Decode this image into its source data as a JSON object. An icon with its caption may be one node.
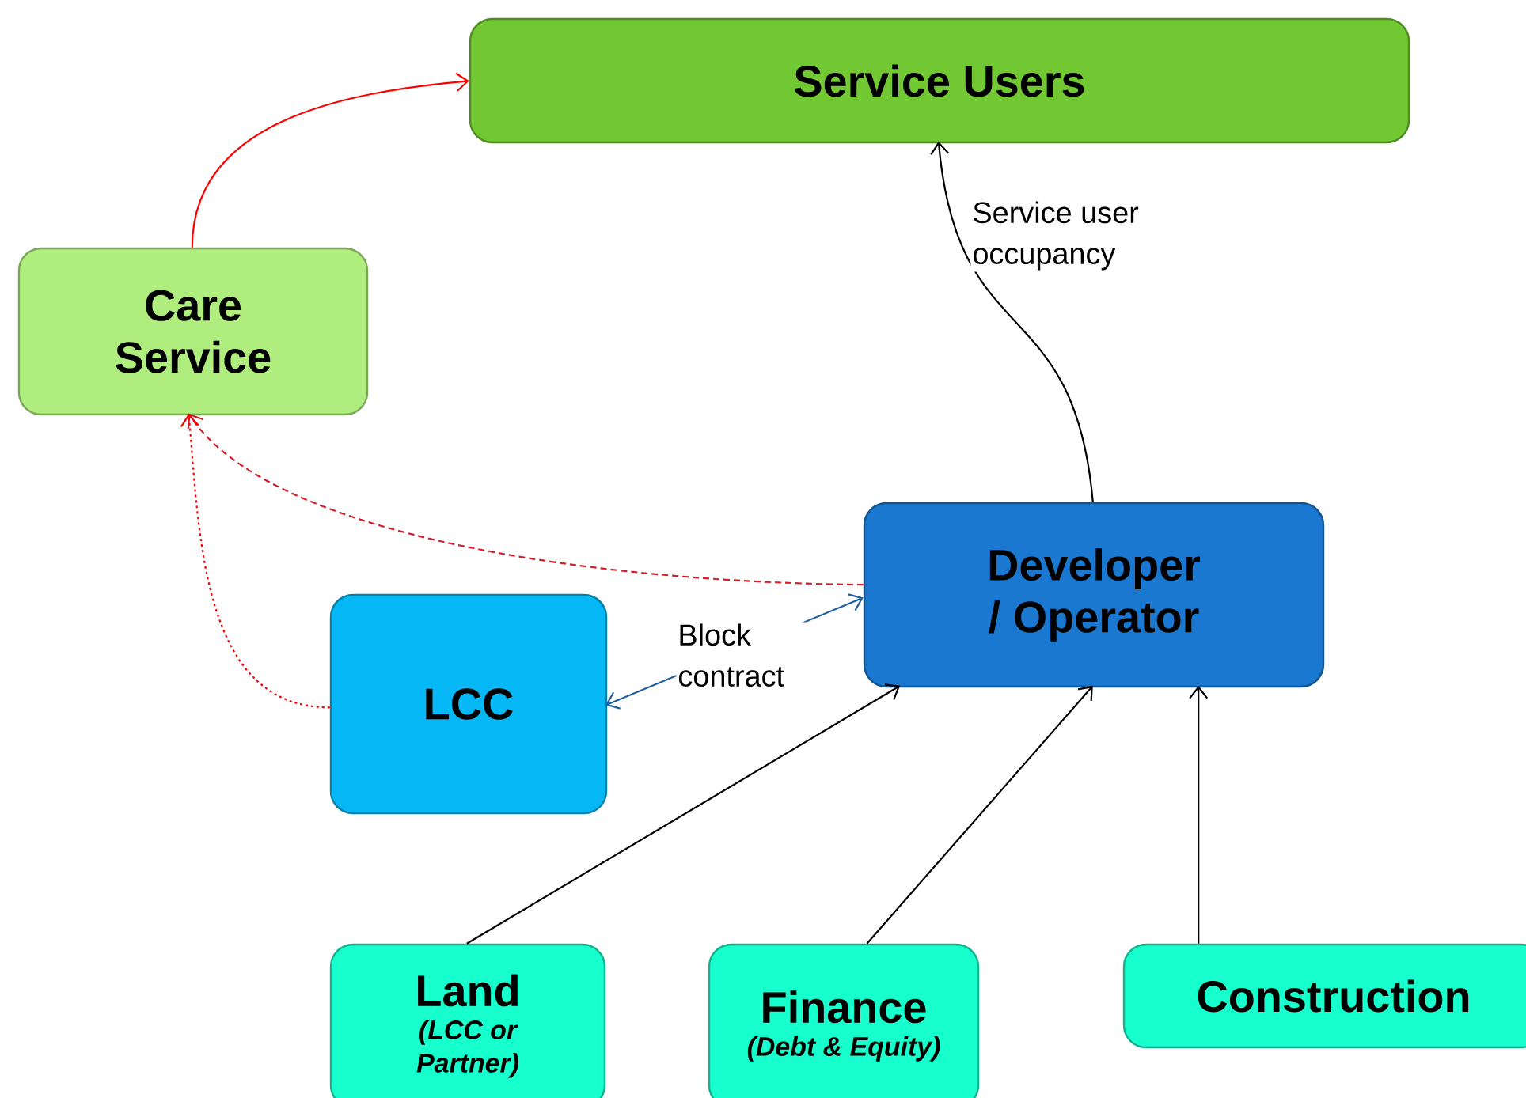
{
  "diagram": {
    "nodes": [
      {
        "text": [
          "Service Users"
        ]
      },
      {
        "text": [
          "Care Service"
        ]
      },
      {
        "text": [
          "Developer / Operator"
        ]
      },
      {
        "text": [
          "LCC"
        ]
      },
      {
        "text": [
          "Land",
          "(LCC or Partner)"
        ]
      },
      {
        "text": [
          "Finance",
          "(Debt & Equity)"
        ]
      },
      {
        "text": [
          "Construction"
        ]
      }
    ],
    "edges": [
      {
        "from": 1,
        "to": 0,
        "arrow": "to",
        "color": "#ff0000"
      },
      {
        "from": 2,
        "to": 1,
        "arrow": "to",
        "style": "dashed",
        "color": "#d0202a"
      },
      {
        "from": 3,
        "to": 1,
        "arrow": "to",
        "style": "dashed",
        "color": "#ff0000"
      },
      {
        "from": 3,
        "to": 2,
        "arrow": "both",
        "color": "#1f5fa0",
        "label": "Block contract"
      },
      {
        "from": 2,
        "to": 0,
        "arrow": "to",
        "label": "Service user occupancy"
      },
      {
        "from": 4,
        "to": 2,
        "arrow": "to"
      },
      {
        "from": 5,
        "to": 2,
        "arrow": "to"
      },
      {
        "from": 6,
        "to": 2,
        "arrow": "to"
      }
    ]
  }
}
